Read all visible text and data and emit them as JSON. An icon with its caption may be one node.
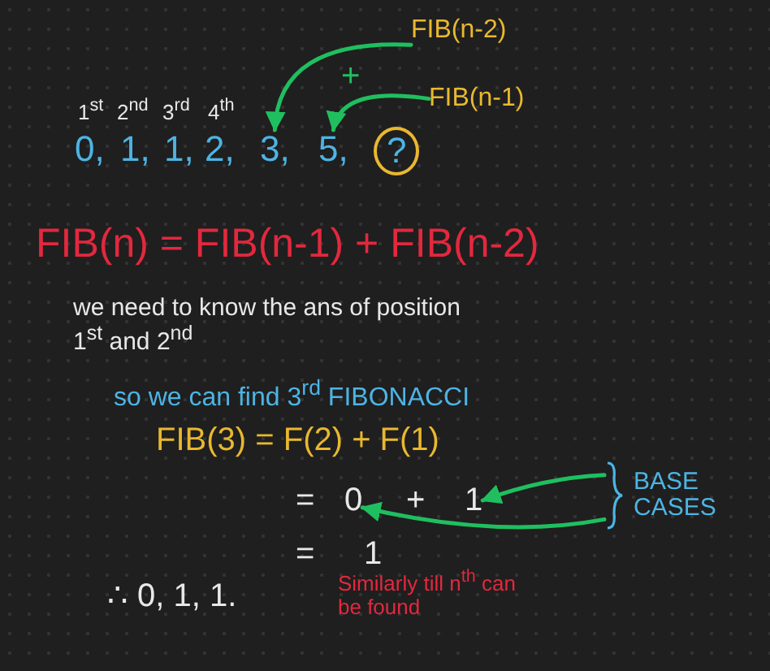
{
  "diagram": {
    "nodes": [
      {
        "text": [
          "FIB(n-2)"
        ]
      },
      {
        "text": [
          "FIB(n-1)"
        ]
      },
      {
        "text": [
          "0,"
        ]
      },
      {
        "text": [
          "1,"
        ]
      },
      {
        "text": [
          "1,"
        ]
      },
      {
        "text": [
          "2,"
        ]
      },
      {
        "text": [
          "3,"
        ]
      },
      {
        "text": [
          "5,"
        ]
      },
      {
        "text": [
          "?"
        ]
      },
      {
        "text": [
          "0"
        ]
      },
      {
        "text": [
          "1"
        ]
      },
      {
        "text": [
          "BASE CASES"
        ]
      }
    ],
    "edges": [
      {
        "from": 0,
        "to": 6,
        "arrow": "to"
      },
      {
        "from": 1,
        "to": 7,
        "arrow": "to"
      },
      {
        "from": 11,
        "to": 10,
        "arrow": "to"
      },
      {
        "from": 11,
        "to": 9,
        "arrow": "to"
      }
    ],
    "labels": [
      "+",
      "1$^{st}$",
      "2$^{nd}$",
      "3$^{rd}$",
      "4$^{th}$",
      "FIB(n) = FIB(n-1) + FIB(n-2)",
      "we need to know the ans of position 1$^{st}$ and 2$^{nd}$",
      "so we can find 3$^{rd}$ FIBONACCI",
      "FIB(3) = F(2) + F(1)",
      "=",
      "+",
      "=",
      "1",
      "∴ 0, 1, 1.",
      "Similarly till n$^{th}$ can be found"
    ]
  }
}
